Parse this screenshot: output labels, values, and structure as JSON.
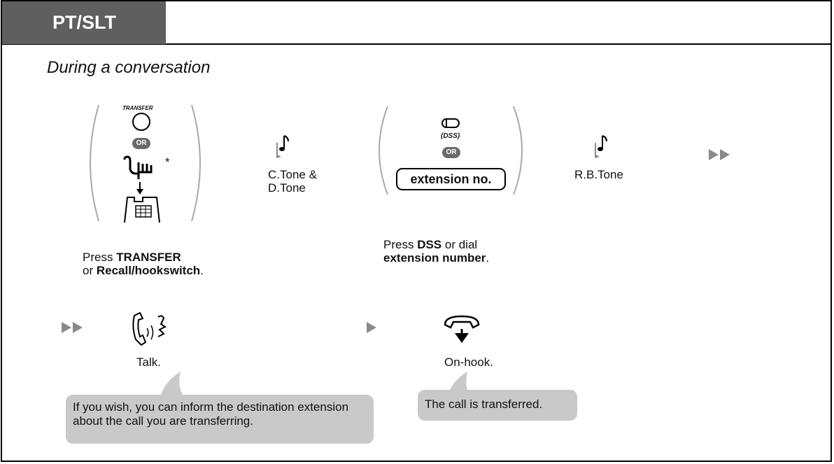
{
  "header": {
    "tab_label": "PT/SLT",
    "subtitle": "During a conversation"
  },
  "step1": {
    "transfer_key_label": "TRANSFER",
    "or_label": "OR",
    "asterisk": "*",
    "caption_press": "Press ",
    "caption_transfer": "TRANSFER",
    "caption_or": "or ",
    "caption_recall": "Recall/hookswitch",
    "caption_period": "."
  },
  "tone1": {
    "line1": "C.Tone &",
    "line2": "D.Tone"
  },
  "step2": {
    "dss_label": "(DSS)",
    "or_label": "OR",
    "extension_box": "extension no.",
    "caption_press": "Press ",
    "caption_dss": "DSS",
    "caption_or_dial": " or dial",
    "caption_ext": "extension number",
    "caption_period": "."
  },
  "tone2": {
    "label": "R.B.Tone"
  },
  "step3": {
    "talk_label": "Talk.",
    "talk_note": "If you wish, you can inform the destination extension about the call you are transferring."
  },
  "step4": {
    "onhook_label": "On-hook.",
    "onhook_note": "The call is transferred."
  },
  "icons": [
    "transfer-key-icon",
    "hand-pointer-icon",
    "telephone-hookswitch-icon",
    "tone-note-icon",
    "dss-key-icon",
    "handset-talk-icon",
    "handset-onhook-icon",
    "continue-arrow-icon"
  ],
  "colors": {
    "tab_bg": "#5f5f5f",
    "bubble_bg": "#c9c9c9",
    "or_badge": "#6a6a6a",
    "arrow": "#8a8a8a"
  }
}
